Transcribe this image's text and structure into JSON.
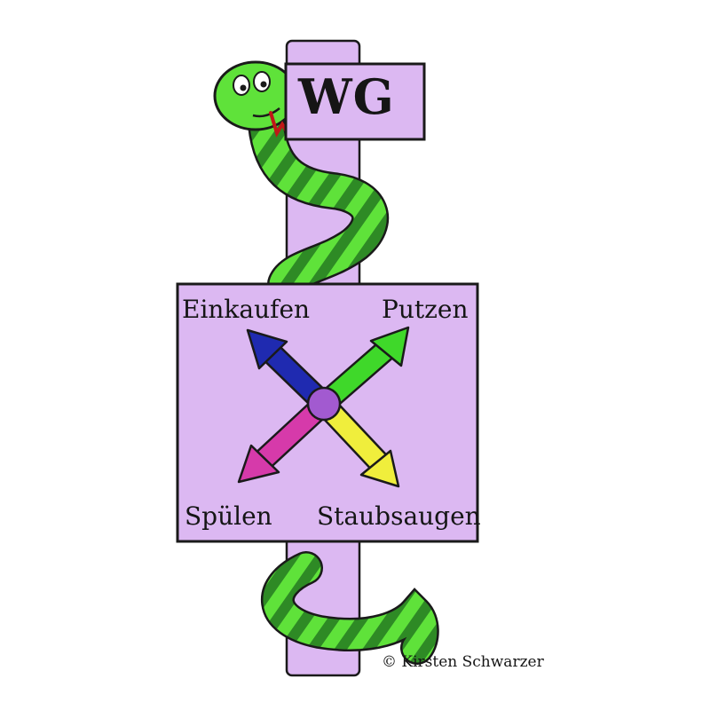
{
  "sign_top": {
    "text": "WG"
  },
  "sign_main": {
    "labels": {
      "top_left": "Einkaufen",
      "top_right": "Putzen",
      "bottom_left": "Spülen",
      "bottom_right": "Staubsaugen"
    }
  },
  "credit": "© Kirsten Schwarzer",
  "colors": {
    "sign": "#dcb8f2",
    "post": "#dcb8f2",
    "outline": "#1a1a1a",
    "snake_light": "#5fe23a",
    "snake_dark": "#2e8a25",
    "arrow_blue": "#1f2ab0",
    "arrow_green": "#3fd82a",
    "arrow_magenta": "#d63aaa",
    "arrow_yellow": "#f0ee3c",
    "hub": "#a25ad0"
  }
}
